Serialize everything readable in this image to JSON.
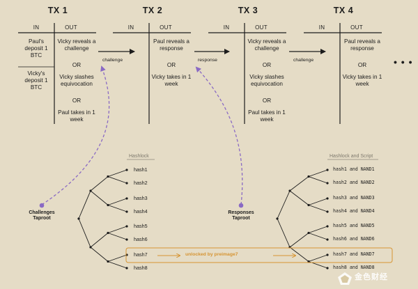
{
  "transactions": [
    {
      "title": "TX 1",
      "in_header": "IN",
      "out_header": "OUT",
      "inputs": [
        "Paul's deposit 1 BTC",
        "Vicky's deposit 1 BTC"
      ],
      "outputs": [
        "Vicky reveals a challenge",
        "OR",
        "Vicky slashes equivocation",
        "OR",
        "Paul takes in 1 week"
      ]
    },
    {
      "title": "TX 2",
      "in_header": "IN",
      "out_header": "OUT",
      "outputs": [
        "Paul reveals a response",
        "OR",
        "Vicky takes in 1 week"
      ]
    },
    {
      "title": "TX 3",
      "in_header": "IN",
      "out_header": "OUT",
      "outputs": [
        "Vicky reveals a challenge",
        "OR",
        "Vicky slashes equivocation",
        "OR",
        "Paul takes in 1 week"
      ]
    },
    {
      "title": "TX 4",
      "in_header": "IN",
      "out_header": "OUT",
      "outputs": [
        "Paul reveals a response",
        "OR",
        "Vicky takes in 1 week"
      ]
    }
  ],
  "arrows": {
    "a1": "challenge",
    "a2": "response",
    "a3": "challenge"
  },
  "continuation": "• • •",
  "left_tree": {
    "title": "Hashlock",
    "root_label": "Challenges Taproot",
    "leaves": [
      "hash1",
      "hash2",
      "hash3",
      "hash4",
      "hash5",
      "hash6",
      "hash7",
      "hash8"
    ]
  },
  "right_tree": {
    "title": "Hashlock and Script",
    "root_label": "Responses Taproot",
    "leaves": [
      "hash1 and NAND1",
      "hash2 and NAND2",
      "hash3 and NAND3",
      "hash4 and NAND4",
      "hash5 and NAND5",
      "hash6 and NAND6",
      "hash7 and NAND7",
      "hash8 and NAND8"
    ]
  },
  "unlock_label": "unlocked by preimage7",
  "watermark": "金色财经",
  "colors": {
    "background": "#e5dcc6",
    "ink": "#1c1c1c",
    "accent_purple": "#8a6ac4",
    "accent_orange": "#d69432"
  }
}
